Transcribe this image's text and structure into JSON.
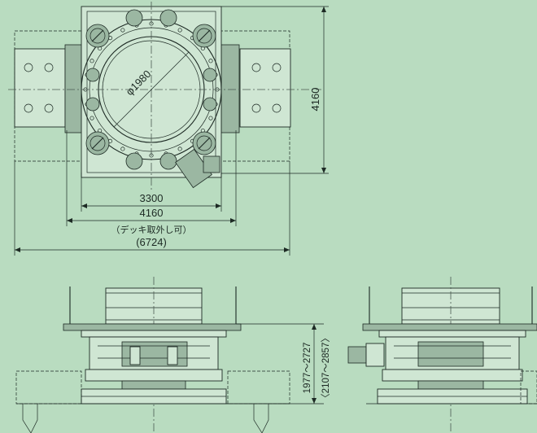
{
  "drawing": {
    "dims": {
      "diameter": "φ1980",
      "height": "4160",
      "width_a": "3300",
      "width_b": "4160",
      "note": "（デッキ取外し可）",
      "width_c": "(6724)",
      "range_a": "1977～2727",
      "range_b": "〈2107～2857〉"
    }
  }
}
